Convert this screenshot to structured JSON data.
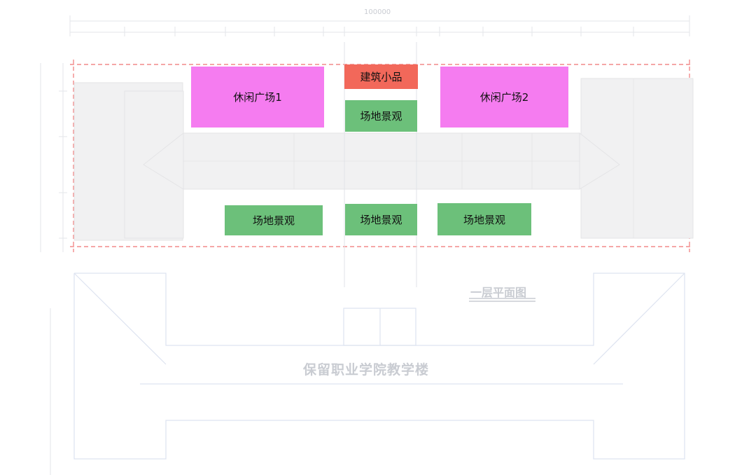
{
  "plan": {
    "overall_dimension": "100000",
    "floor_plan_title": "一层平面图",
    "building_name": "保留职业学院教学楼"
  },
  "colors": {
    "leisure_plaza": "#f57cf0",
    "architectural_feature": "#f2685a",
    "landscape": "#6cc07a",
    "faint_lines": "#e3e5ea",
    "red_dashed": "#f28a8a"
  },
  "zones": {
    "leisure_plaza_1": "休闲广场1",
    "leisure_plaza_2": "休闲广场2",
    "architectural_feature": "建筑小品",
    "landscape_top_center": "场地景观",
    "landscape_bottom_left": "场地景观",
    "landscape_bottom_center": "场地景观",
    "landscape_bottom_right": "场地景观"
  }
}
